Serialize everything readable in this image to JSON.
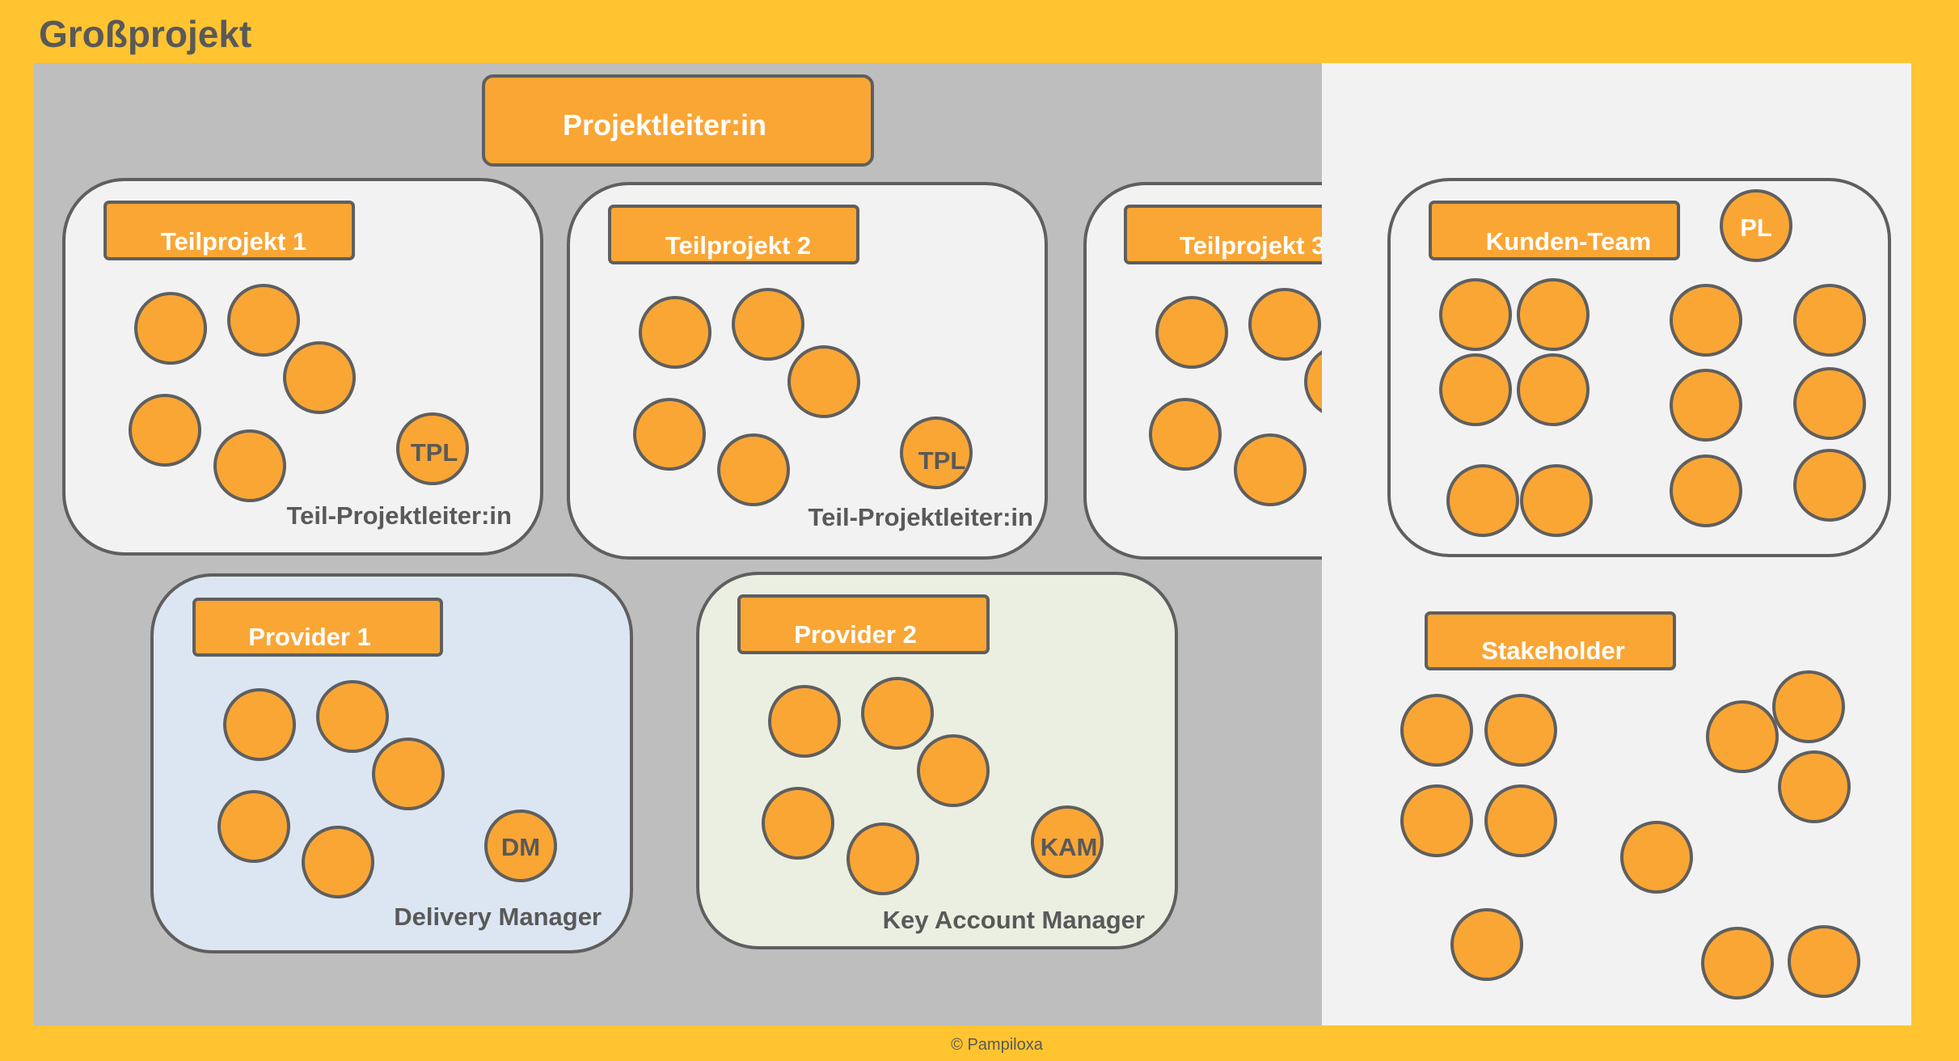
{
  "page": {
    "title": "Großprojekt",
    "footer": "© Pampiloxa"
  },
  "colors": {
    "frame": "#FFC430",
    "left_bg": "#BEBEBE",
    "right_bg": "#F2F2F3",
    "box_fill": "#F2F2F3",
    "provider1_fill": "#DCE6F2",
    "provider2_fill": "#EBEFE2",
    "accent": "#FAA635",
    "stroke": "#5F5F5F",
    "label_text": "#FFFFFF",
    "dark_text": "#595959"
  },
  "diagram": {
    "projektleiter": {
      "label": "Projektleiter:in"
    },
    "teilprojekt_1": {
      "label": "Teilprojekt 1",
      "role_badge": "TPL",
      "role_caption": "Teil-Projektleiter:in"
    },
    "teilprojekt_2": {
      "label": "Teilprojekt 2",
      "role_badge": "TPL",
      "role_caption": "Teil-Projektleiter:in"
    },
    "teilprojekt_3": {
      "label": "Teilprojekt 3"
    },
    "kunden_team": {
      "label": "Kunden-Team",
      "role_badge": "PL"
    },
    "provider_1": {
      "label": "Provider 1",
      "role_badge": "DM",
      "role_caption": "Delivery Manager"
    },
    "provider_2": {
      "label": "Provider 2",
      "role_badge": "KAM",
      "role_caption": "Key Account Manager"
    },
    "stakeholder": {
      "label": "Stakeholder"
    }
  }
}
